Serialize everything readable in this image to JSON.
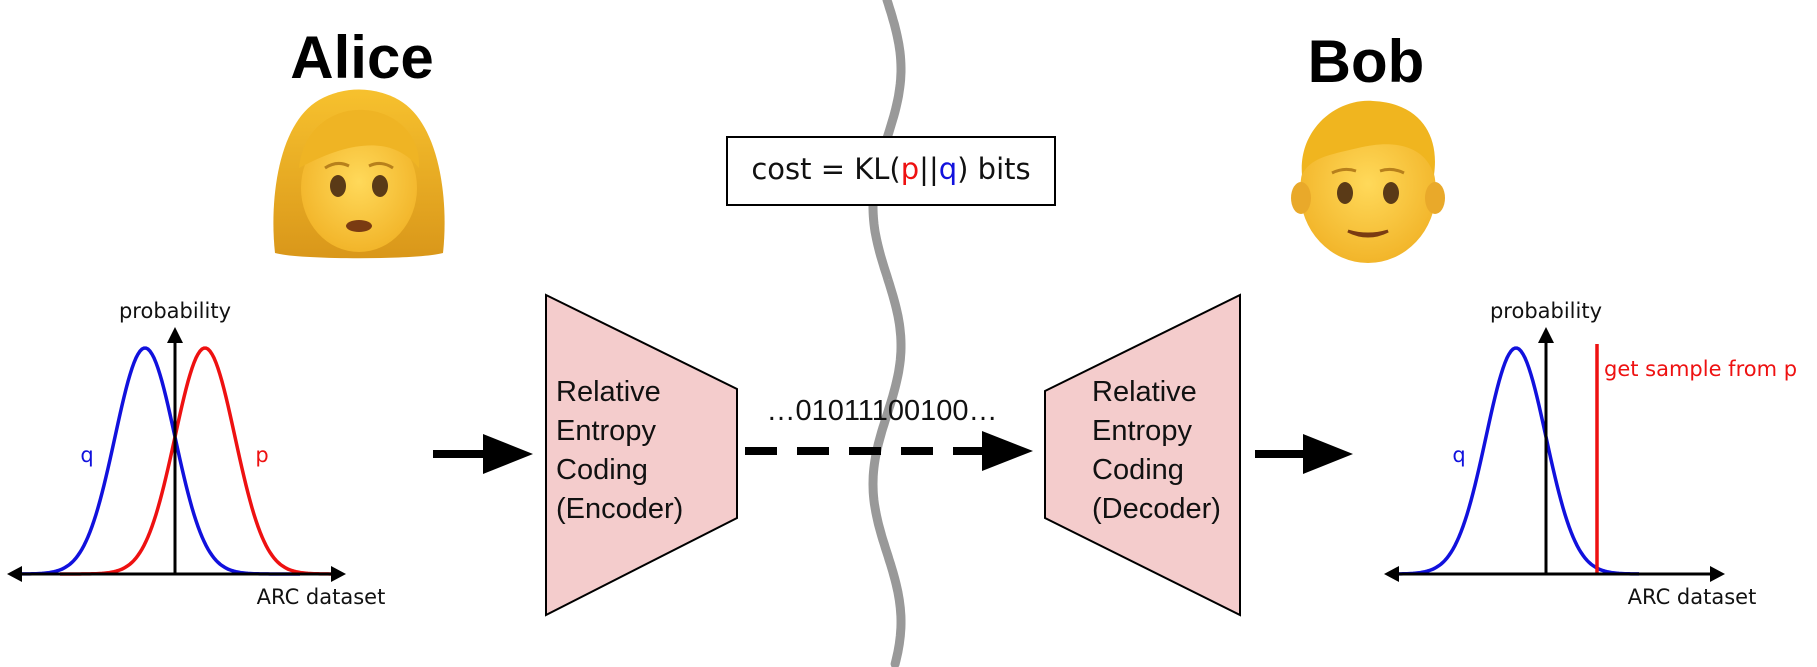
{
  "actors": {
    "sender": "Alice",
    "receiver": "Bob"
  },
  "cost_box": {
    "prefix": "cost = KL(",
    "p": "p",
    "sep": "||",
    "q": "q",
    "suffix": ") bits"
  },
  "encoder": {
    "lines": [
      "Relative",
      "Entropy",
      "Coding",
      "(Encoder)"
    ]
  },
  "decoder": {
    "lines": [
      "Relative",
      "Entropy",
      "Coding",
      "(Decoder)"
    ]
  },
  "bitstream": "…01011100100…",
  "left_plot": {
    "ylabel": "probability",
    "xlabel": "ARC dataset",
    "q_label": "q",
    "p_label": "p"
  },
  "right_plot": {
    "ylabel": "probability",
    "xlabel": "ARC dataset",
    "q_label": "q",
    "sample_label": "get sample from p"
  },
  "colors": {
    "p": "#ee1111",
    "q": "#1111dd",
    "box_fill": "#f4cccc",
    "wavy_line": "#999999"
  },
  "icons": {
    "sender_avatar": "woman-emoji-icon",
    "receiver_avatar": "man-emoji-icon"
  }
}
